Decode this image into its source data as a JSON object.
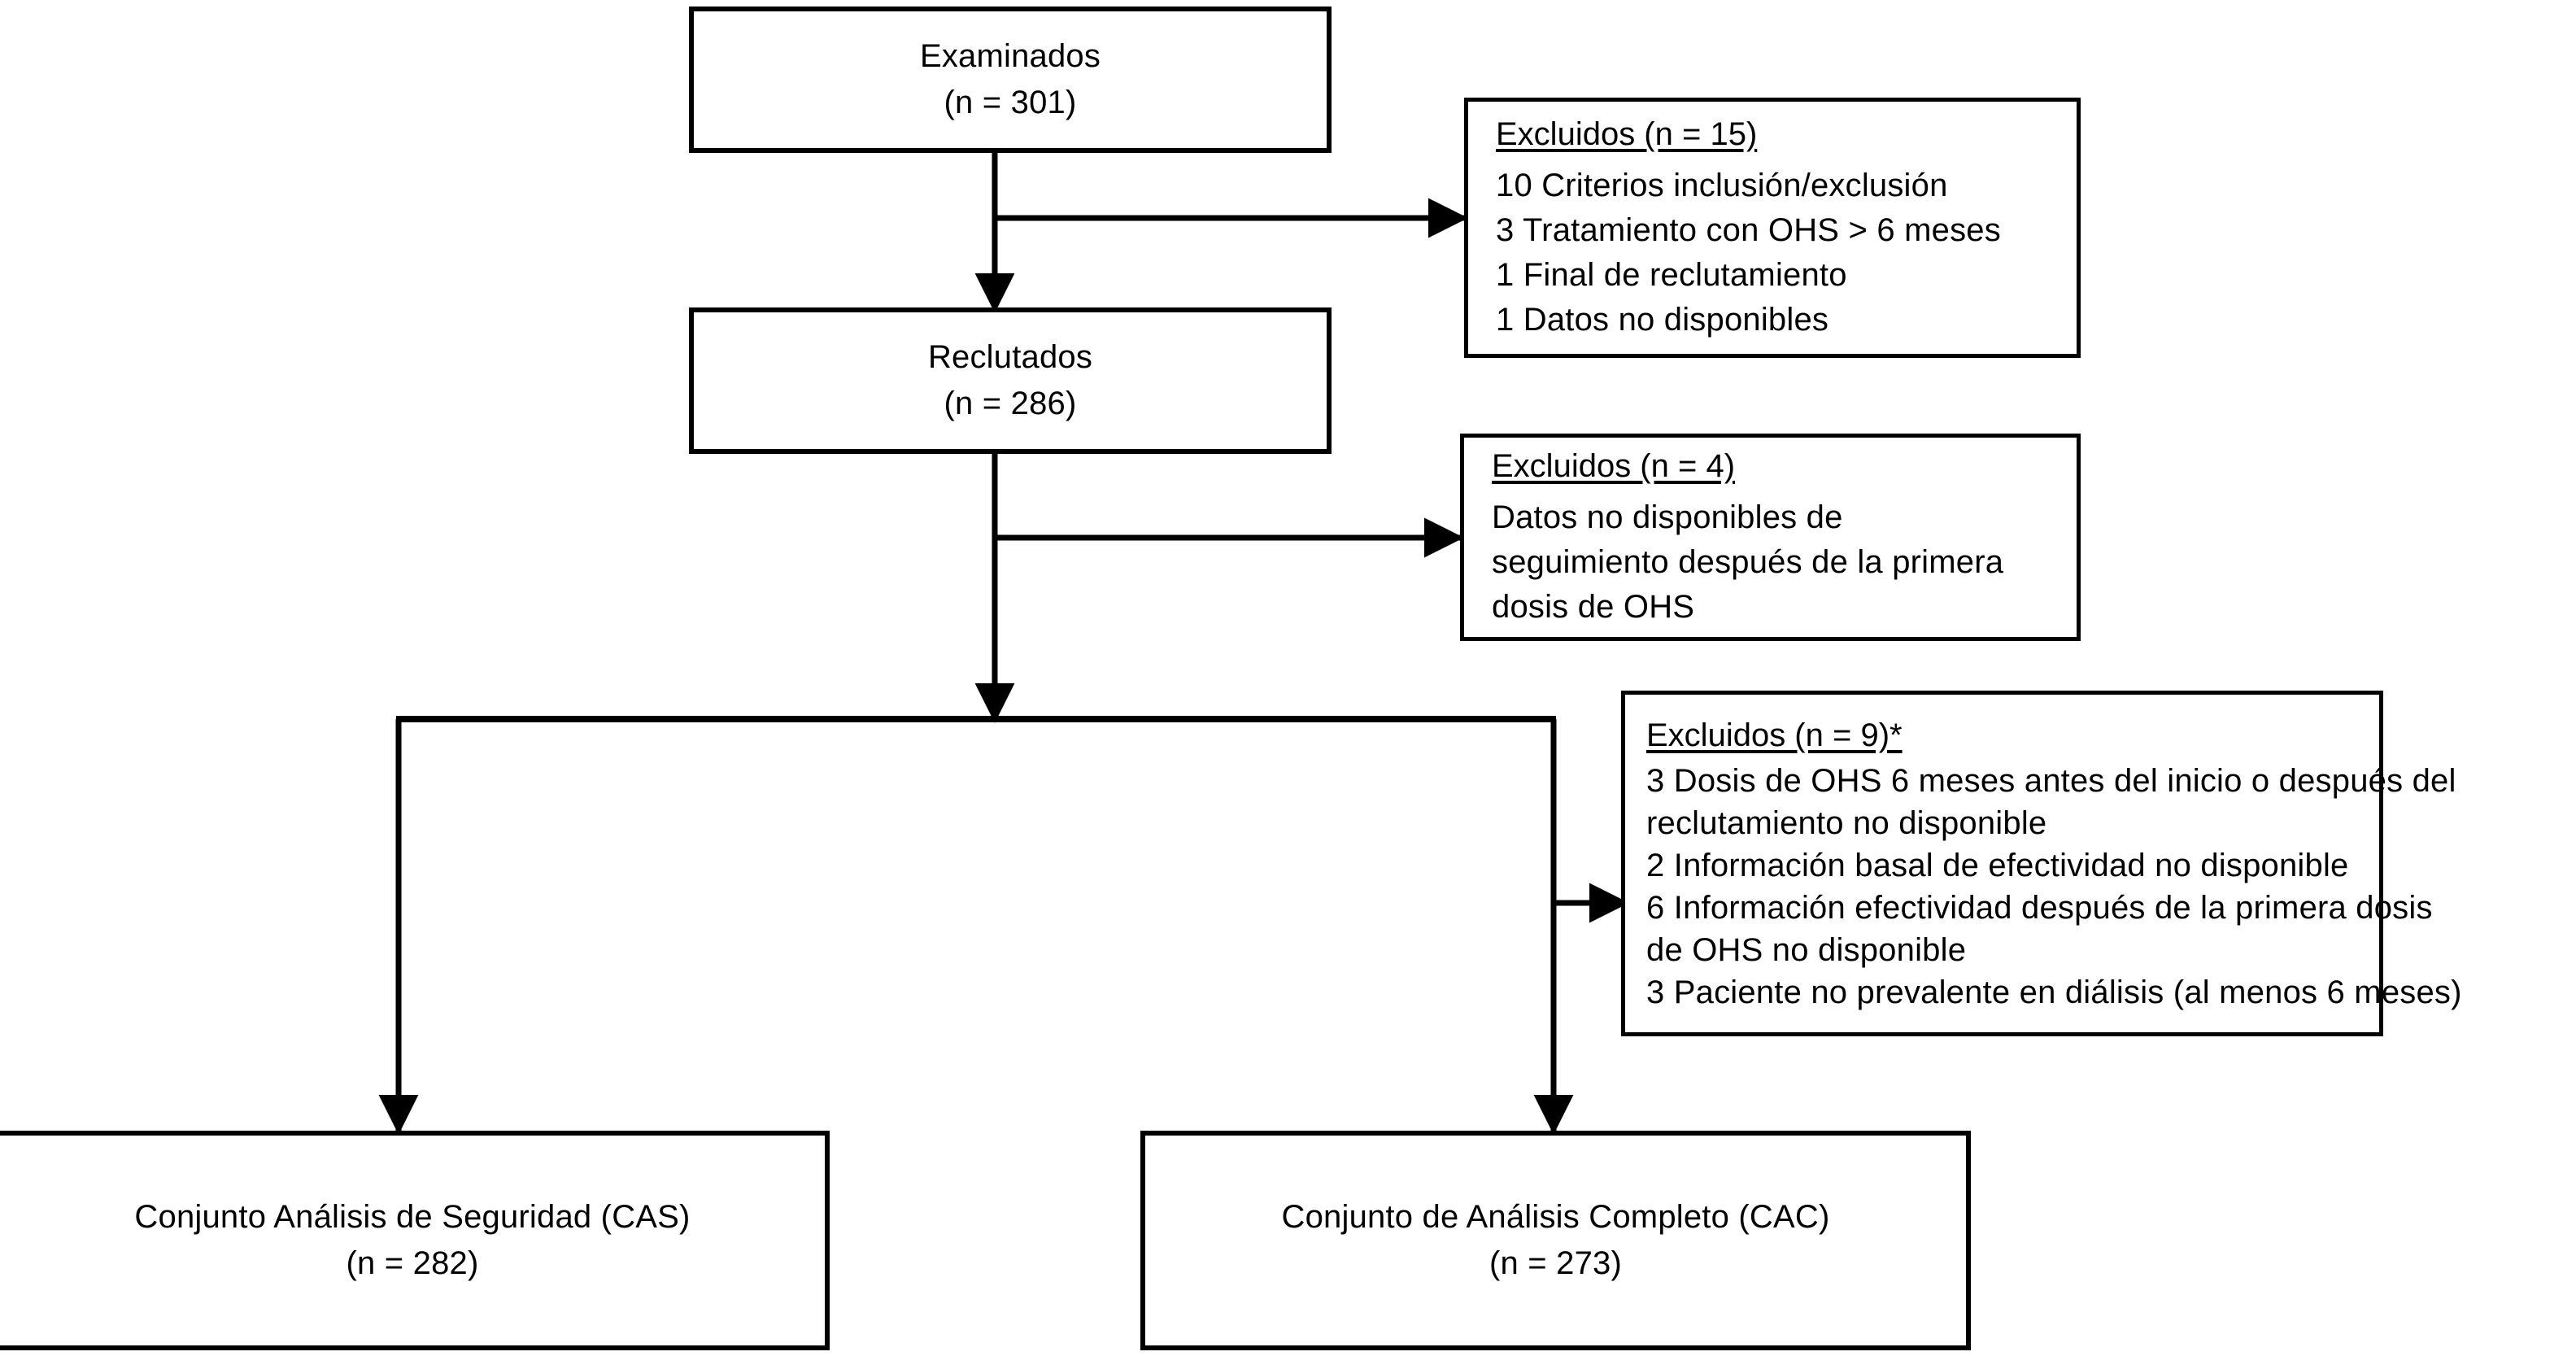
{
  "diagram": {
    "type": "flowchart",
    "title": "Diagrama de flujo de pacientes",
    "language": "es",
    "colors": {
      "background": "#ffffff",
      "stroke": "#000000",
      "text": "#000000"
    },
    "nodes": {
      "screened": {
        "label": "Examinados",
        "count_label": "(n = 301)",
        "n": 301
      },
      "recruited": {
        "label": "Reclutados",
        "count_label": "(n = 286)",
        "n": 286
      },
      "safety_set": {
        "label": "Conjunto Análisis de Seguridad (CAS)",
        "count_label": "(n = 282)",
        "n": 282
      },
      "full_set": {
        "label": "Conjunto de Análisis Completo (CAC)",
        "count_label": "(n = 273)",
        "n": 273
      }
    },
    "exclusions": [
      {
        "id": "excluded-1",
        "title": "Excluidos (n = 15)",
        "n": 15,
        "reasons": [
          "10 Criterios inclusión/exclusión",
          "3 Tratamiento con OHS > 6 meses",
          "1 Final de reclutamiento",
          "1 Datos no disponibles"
        ]
      },
      {
        "id": "excluded-2",
        "title": "Excluidos (n = 4)",
        "n": 4,
        "reasons": [
          "Datos no disponibles de",
          "seguimiento después de la primera",
          "dosis de OHS"
        ]
      },
      {
        "id": "excluded-3",
        "title": "Excluidos (n = 9)*",
        "n": 9,
        "reasons": [
          "3 Dosis de OHS 6 meses antes del inicio o después del",
          "reclutamiento no disponible",
          "2 Información basal de efectividad no disponible",
          "6 Información efectividad después de la primera dosis",
          "de OHS no disponible",
          "3 Paciente no prevalente en diálisis (al menos 6 meses)"
        ]
      }
    ]
  }
}
